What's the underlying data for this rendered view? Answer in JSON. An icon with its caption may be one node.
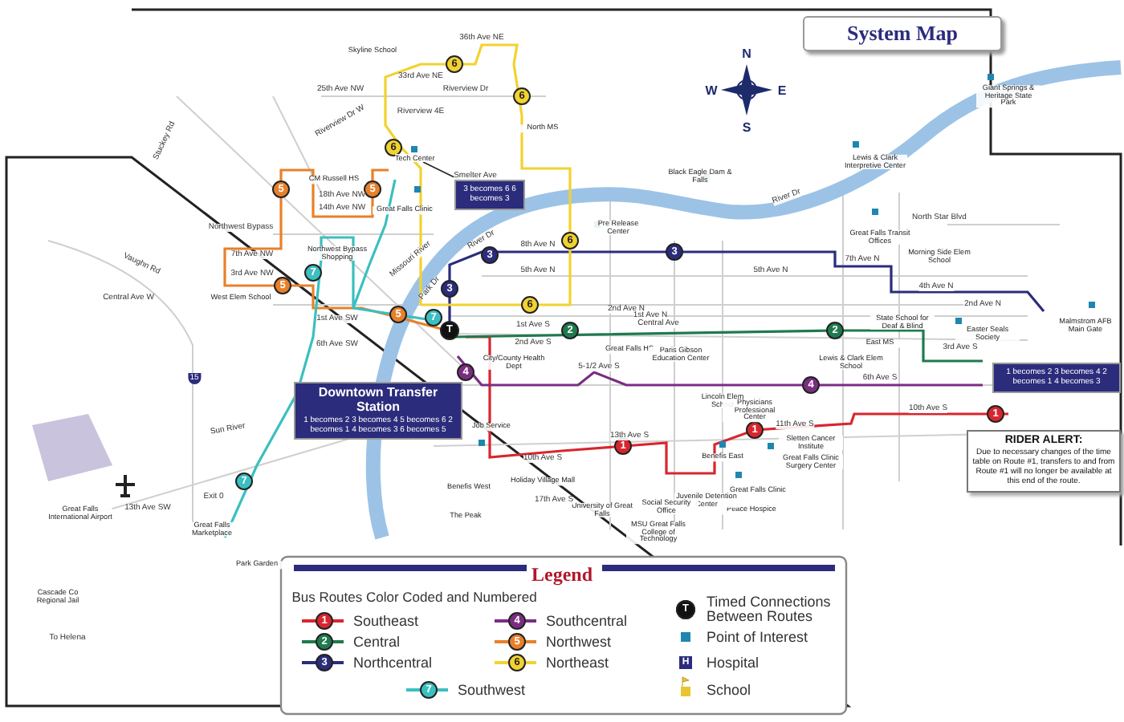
{
  "diagram": {
    "title": "System Map",
    "nodes": [
      {
        "text": [
          "Downtown Transfer Station",
          "1 becomes 2 3 becomes 4 5 becomes 6 2 becomes 1 4 becomes 3 6 becomes 5"
        ]
      },
      {
        "text": [
          "3 becomes 6 6 becomes 3"
        ]
      },
      {
        "text": [
          "1 becomes 2 3 becomes 4 2 becomes 1 4 becomes 3"
        ]
      },
      {
        "text": [
          "RIDER ALERT:",
          "Due to necessary changes of the time table on Route #1, transfers to and from Route #1 will no longer be available at this end of the route."
        ]
      },
      {
        "text": [
          "Tech Center"
        ]
      }
    ],
    "edges": [
      {
        "from": 1,
        "to": 4,
        "arrow": "none"
      }
    ],
    "labels": [
      "Legend",
      "Bus Routes Color Coded and Numbered",
      "1",
      "2",
      "3",
      "4",
      "5",
      "6",
      "7",
      "T",
      "H",
      "6",
      "6",
      "6",
      "5",
      "5",
      "5",
      "5",
      "7",
      "7",
      "3",
      "3",
      "3",
      "2",
      "2",
      "4",
      "4",
      "1",
      "1",
      "1",
      "6",
      "6",
      "7",
      "T",
      "Skyline School",
      "33rd Ave NE",
      "36th Ave NE",
      "25th Ave NW",
      "Riverview Dr",
      "Riverview Dr W",
      "Riverview 4E",
      "North MS",
      "Smelter Ave",
      "CM Russell HS",
      "18th Ave NW",
      "14th Ave NW",
      "Great Falls Clinic",
      "Northwest Bypass",
      "Northwest Bypass Shopping",
      "7th Ave NW",
      "3rd Ave NW",
      "Vaughn Rd",
      "Stuckey Rd",
      "Central Ave W",
      "West Elem School",
      "1st Ave SW",
      "6th Ave SW",
      "Missouri River",
      "Park Dr",
      "River Dr",
      "8th Ave N",
      "5th Ave N",
      "1st Ave S",
      "2nd Ave S",
      "City/County Health Dept",
      "Black Eagle Dam & Falls",
      "River Dr",
      "Pre Release Center",
      "North Star Blvd",
      "Great Falls Transit Offices",
      "Morning Side Elem School",
      "7th Ave N",
      "4th Ave N",
      "5th Ave N",
      "2nd Ave N",
      "2nd Ave N",
      "1st Ave N",
      "Central Ave",
      "State School for Deaf & Blind",
      "Easter Seals Society",
      "East MS",
      "Great Falls HS",
      "Paris Gibson Education Center",
      "3rd Ave S",
      "Lewis & Clark Elem School",
      "5-1/2 Ave S",
      "6th Ave S",
      "Lincoln Elem School",
      "Physicians Professional Center",
      "11th Ave S",
      "10th Ave S",
      "13th Ave S",
      "Benefis East",
      "Sletten Cancer Institute",
      "Great Falls Clinic Surgery Center",
      "Great Falls Clinic",
      "Peace Hospice",
      "University of Great Falls",
      "Juvenile Detention Center",
      "Social Security Office",
      "MSU Great Falls College of Technology",
      "Job Service",
      "Holiday Village Mall",
      "Benefis West",
      "The Peak",
      "17th Ave S",
      "10th Ave S",
      "Great Falls International Airport",
      "Cascade Co Regional Jail",
      "Great Falls Marketplace",
      "Park Garden",
      "13th Ave SW",
      "To Helena",
      "Malmstrom AFB Main Gate",
      "Giant Springs & Heritage State Park",
      "Lewis & Clark Interpretive Center",
      "Sun River",
      "Exit 0",
      "15",
      "N",
      "S",
      "W",
      "E"
    ],
    "legend": [
      {
        "text": "Southeast",
        "color": "#d7262e"
      },
      {
        "text": "Southcentral",
        "color": "#7b2d82"
      },
      {
        "text": "Central",
        "color": "#1f7a4d"
      },
      {
        "text": "Northwest",
        "color": "#e8802a"
      },
      {
        "text": "Northcentral",
        "color": "#2b2c7c"
      },
      {
        "text": "Northeast",
        "color": "#f2d230"
      },
      {
        "text": "Southwest",
        "color": "#3bbfc0"
      },
      {
        "text": "Timed Connections Between Routes"
      },
      {
        "text": "Point of Interest"
      },
      {
        "text": "Hospital"
      },
      {
        "text": "School"
      }
    ]
  }
}
